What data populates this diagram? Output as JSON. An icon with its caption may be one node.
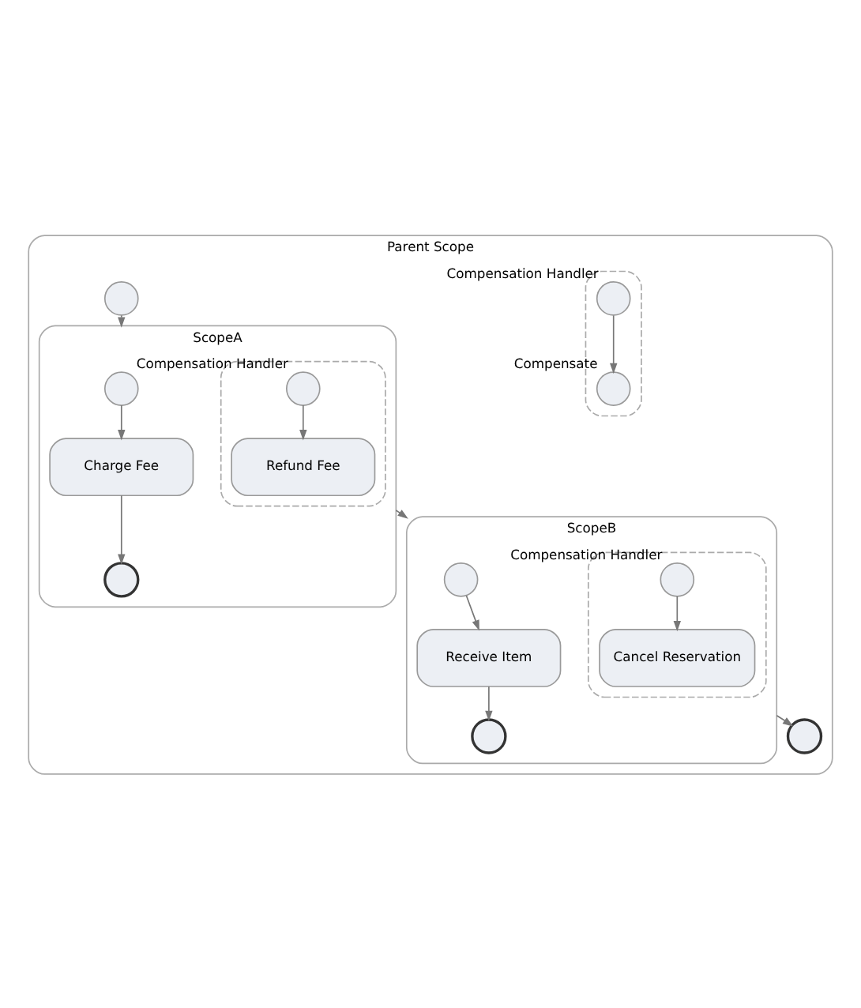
{
  "diagram": {
    "nodes": [
      {
        "text": [
          "Parent Scope"
        ]
      },
      {
        "text": [],
        "shape": "circle",
        "in": 0
      },
      {
        "text": [],
        "shape": "box",
        "in": 0
      },
      {
        "text": [],
        "shape": "circle",
        "in": 2,
        "beside": [
          "Compensation Handler"
        ]
      },
      {
        "text": [],
        "shape": "circle",
        "in": 2,
        "beside": [
          "Compensate"
        ]
      },
      {
        "text": [
          "ScopeA"
        ],
        "in": 0
      },
      {
        "text": [],
        "shape": "circle",
        "in": 5
      },
      {
        "text": [
          "Charge Fee"
        ],
        "in": 5
      },
      {
        "text": [],
        "shape": "circle",
        "in": 5
      },
      {
        "text": [],
        "shape": "box",
        "in": 5
      },
      {
        "text": [],
        "shape": "circle",
        "in": 9,
        "beside": [
          "Compensation Handler"
        ]
      },
      {
        "text": [
          "Refund Fee"
        ],
        "in": 9
      },
      {
        "text": [
          "ScopeB"
        ],
        "in": 0
      },
      {
        "text": [],
        "shape": "circle",
        "in": 12
      },
      {
        "text": [
          "Receive Item"
        ],
        "in": 12
      },
      {
        "text": [],
        "shape": "circle",
        "in": 12
      },
      {
        "text": [],
        "shape": "box",
        "in": 12
      },
      {
        "text": [],
        "shape": "circle",
        "in": 16,
        "beside": [
          "Compensation Handler"
        ]
      },
      {
        "text": [
          "Cancel Reservation"
        ],
        "in": 16
      },
      {
        "text": [],
        "shape": "circle",
        "in": 0
      }
    ],
    "edges": [
      {
        "from": 1,
        "to": 5,
        "arrow": "to"
      },
      {
        "from": 3,
        "to": 4,
        "arrow": "to"
      },
      {
        "from": 6,
        "to": 7,
        "arrow": "to"
      },
      {
        "from": 7,
        "to": 8,
        "arrow": "to"
      },
      {
        "from": 10,
        "to": 11,
        "arrow": "to"
      },
      {
        "from": 5,
        "to": 12,
        "arrow": "to"
      },
      {
        "from": 13,
        "to": 14,
        "arrow": "to"
      },
      {
        "from": 14,
        "to": 15,
        "arrow": "to"
      },
      {
        "from": 17,
        "to": 18,
        "arrow": "to"
      },
      {
        "from": 12,
        "to": 19,
        "arrow": "to"
      }
    ]
  }
}
